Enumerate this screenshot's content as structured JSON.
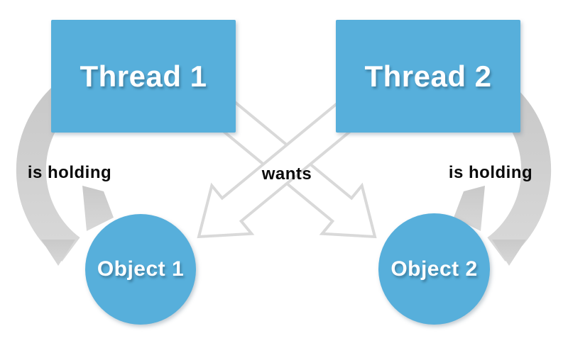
{
  "diagram": {
    "type": "deadlock-diagram",
    "nodes": {
      "thread1": {
        "label": "Thread 1",
        "shape": "rectangle"
      },
      "thread2": {
        "label": "Thread 2",
        "shape": "rectangle"
      },
      "object1": {
        "label": "Object 1",
        "shape": "circle"
      },
      "object2": {
        "label": "Object 2",
        "shape": "circle"
      }
    },
    "edges": {
      "left_holding": {
        "label": "is holding",
        "from": "thread1",
        "to": "object1",
        "style": "curved-gray-arrow"
      },
      "right_holding": {
        "label": "is holding",
        "from": "thread2",
        "to": "object2",
        "style": "curved-gray-arrow"
      },
      "wants_1": {
        "label": "wants",
        "from": "thread1",
        "to": "object2",
        "style": "white-block-arrow"
      },
      "wants_2": {
        "label": "wants",
        "from": "thread2",
        "to": "object1",
        "style": "white-block-arrow"
      }
    },
    "labels": {
      "left_holding": "is holding",
      "wants": "wants",
      "right_holding": "is holding"
    },
    "colors": {
      "node_fill": "#57AFDB",
      "node_text": "#FFFFFF",
      "curved_arrow_gray": "#D1D1D1",
      "cross_arrow_outline": "#D9D9D9",
      "cross_arrow_fill": "#FFFFFF",
      "label_text": "#0A0A0A",
      "background": "#FFFFFF"
    }
  }
}
